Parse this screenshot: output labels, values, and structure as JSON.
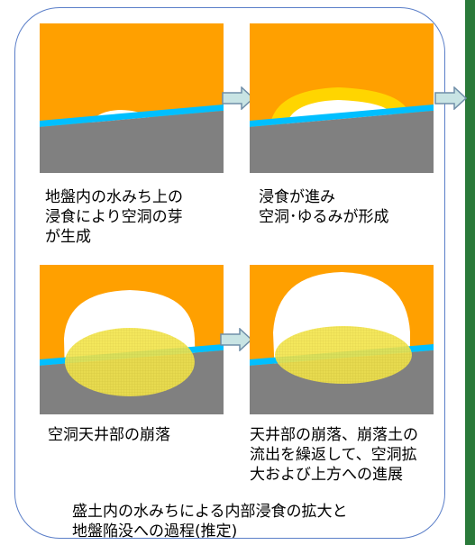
{
  "colors": {
    "soil": "#ffa000",
    "ground": "#808080",
    "water": "#00bfff",
    "cavity": "#ffffff",
    "loose_zone": "#ffd500",
    "collapsed_soil": "#f2e44a",
    "frame": "#5a7ec8",
    "arrow_fill": "#c8e4e4",
    "arrow_stroke": "#6f8ea8",
    "side_strip": "#2a7a3a"
  },
  "icons": [
    "right-arrow-icon"
  ],
  "captions": {
    "stage1": "地盤内の水みち上の\n浸食により空洞の芽\nが生成",
    "stage2": "浸食が進み\n空洞･ゆるみが形成",
    "stage3": "空洞天井部の崩落",
    "stage4": "天井部の崩落、崩落土の\n流出を繰返して、空洞拡\n大および上方への進展"
  },
  "footer": "盛土内の水みちによる内部浸食の拡大と\n地盤陥没への過程(推定)"
}
